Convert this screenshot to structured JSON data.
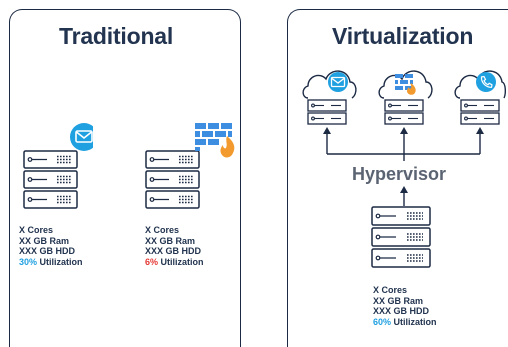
{
  "traditional": {
    "title": "Traditional",
    "servers": [
      {
        "workload_icon": "mail-icon",
        "specs": {
          "cores": "X Cores",
          "ram": "XX GB Ram",
          "hdd": "XXX GB HDD",
          "utilization_value": "30%",
          "utilization_label": " Utilization"
        }
      },
      {
        "workload_icon": "firewall-icon",
        "specs": {
          "cores": "X Cores",
          "ram": "XX GB Ram",
          "hdd": "XXX GB HDD",
          "utilization_value": "6%",
          "utilization_label": " Utilization"
        }
      }
    ]
  },
  "virtualization": {
    "title": "Virtualization",
    "hypervisor_label": "Hypervisor",
    "virtual_machines": [
      {
        "icon": "mail-icon"
      },
      {
        "icon": "firewall-icon"
      },
      {
        "icon": "phone-icon"
      }
    ],
    "host": {
      "specs": {
        "cores": "X Cores",
        "ram": "XX GB Ram",
        "hdd": "XXX GB HDD",
        "utilization_value": "60%",
        "utilization_label": " Utilization"
      }
    }
  },
  "colors": {
    "navy": "#1c2a44",
    "accent_blue": "#1fa0e0",
    "alert_red": "#e53935",
    "firewall_blue": "#3d8ee0",
    "flame_orange": "#f29a2e"
  }
}
